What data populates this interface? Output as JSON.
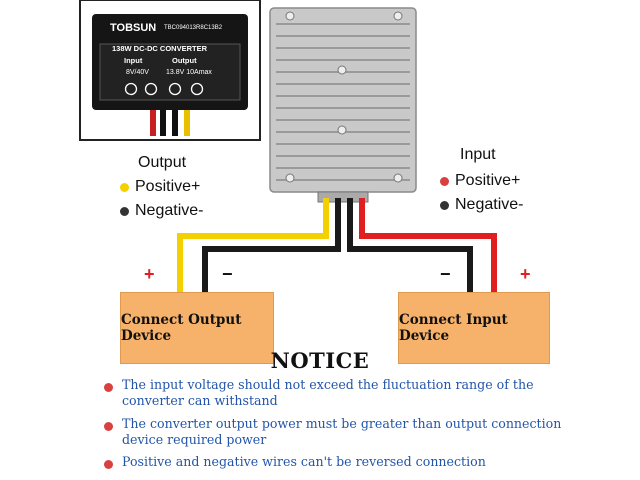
{
  "inset": {
    "brand": "TOBSUN",
    "model": "TBC094013R8C13B2",
    "converter_name": "138W DC-DC CONVERTER",
    "input_label": "Input",
    "output_label": "Output",
    "input_spec": "8V/40V",
    "output_spec": "13.8V 10Amax"
  },
  "legend_output": {
    "title": "Output",
    "positive": "Positive+",
    "negative": "Negative-"
  },
  "legend_input": {
    "title": "Input",
    "positive": "Positive+",
    "negative": "Negative-"
  },
  "signs": {
    "plus": "+",
    "minus": "−"
  },
  "boxes": {
    "output_device": "Connect Output Device",
    "input_device": "Connect Input Device"
  },
  "notice": {
    "title": "NOTICE",
    "items": [
      "The input voltage  should not exceed the fluctuation range of the converter can withstand",
      "The converter output power must be  greater than output connection device required power",
      "Positive and negative wires can't be  reversed connection"
    ]
  },
  "colors": {
    "wire_yellow": "#f5d000",
    "wire_black": "#1a1a1a",
    "wire_red": "#e02020",
    "box_fill": "#f6b26b",
    "notice_text": "#2255aa",
    "notice_dot": "#d94040",
    "plus_sign": "#e02020",
    "minus_sign": "#111111"
  }
}
